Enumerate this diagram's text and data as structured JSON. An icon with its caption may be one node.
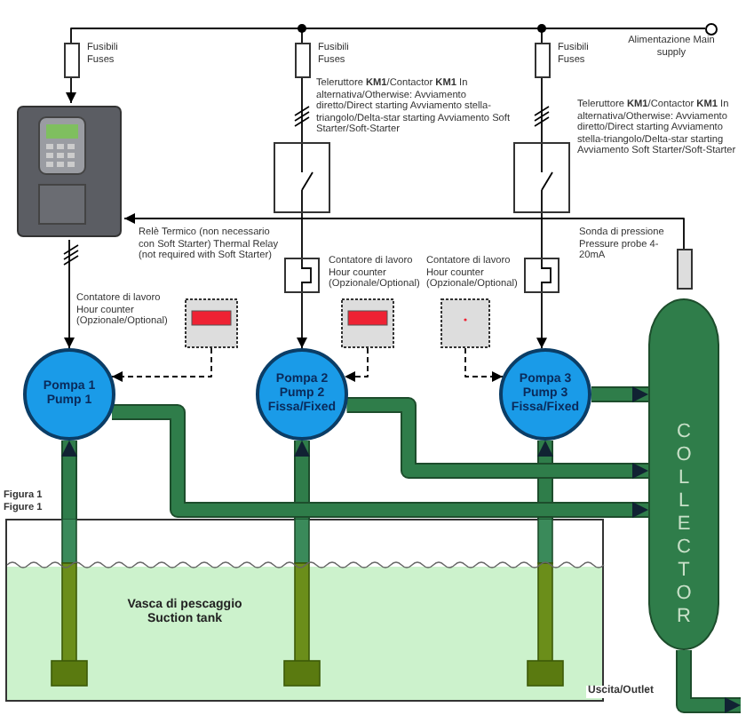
{
  "diagram": {
    "nodes": [
      {
        "text": [],
        "shape": "circle",
        "beside": [
          "Alimentazione Main supply"
        ]
      },
      {
        "text": [],
        "shape": "box",
        "beside": [
          "Fusibili Fuses"
        ]
      },
      {
        "text": [],
        "shape": "box",
        "beside": [
          "Fusibili Fuses"
        ]
      },
      {
        "text": [],
        "shape": "box",
        "beside": [
          "Fusibili Fuses"
        ]
      },
      {
        "text": [],
        "shape": "picture"
      },
      {
        "text": [],
        "shape": "box",
        "beside": [
          "Teleruttore **KM1**/Contactor **KM1** In alternativa/Otherwise: Avviamento diretto/Direct starting Avviamento stella-triangolo/Delta-star starting Avviamento Soft Starter/Soft-Starter"
        ]
      },
      {
        "text": [],
        "shape": "box",
        "beside": [
          "Teleruttore **KM1**/Contactor **KM1** In alternativa/Otherwise: Avviamento diretto/Direct starting Avviamento stella-triangolo/Delta-star starting Avviamento Soft Starter/Soft-Starter"
        ]
      },
      {
        "text": [],
        "shape": "bar",
        "beside": [
          "Sonda di pressione Pressure probe 4-20mA"
        ]
      },
      {
        "text": [],
        "shape": "box",
        "beside": [
          "Relè Termico (non necessario con Soft Starter) Thermal Relay (not required with Soft Starter)"
        ]
      },
      {
        "text": [],
        "shape": "box"
      },
      {
        "text": [],
        "shape": "picture",
        "beside": [
          "Contatore di lavoro Hour counter (Opzionale/Optional)"
        ]
      },
      {
        "text": [],
        "shape": "picture",
        "beside": [
          "Contatore di lavoro Hour counter (Opzionale/Optional)"
        ]
      },
      {
        "text": [],
        "shape": "picture",
        "beside": [
          "Contatore di lavoro Hour counter (Opzionale/Optional)"
        ]
      },
      {
        "text": [
          "Pompa 1 Pump 1"
        ]
      },
      {
        "text": [
          "Pompa 2 Pump 2 Fissa/Fixed"
        ]
      },
      {
        "text": [
          "Pompa 3 Pump 3 Fissa/Fixed"
        ]
      },
      {
        "text": [
          "COLLECTOR"
        ]
      },
      {
        "text": [
          "Vasca di pescaggio Suction tank"
        ]
      }
    ],
    "edges": [
      {
        "from": 0,
        "to": 1,
        "arrow": "none"
      },
      {
        "from": 0,
        "to": 2,
        "arrow": "none"
      },
      {
        "from": 0,
        "to": 3,
        "arrow": "none"
      },
      {
        "from": 1,
        "to": 4,
        "arrow": "to"
      },
      {
        "from": 2,
        "to": 5,
        "arrow": "none"
      },
      {
        "from": 3,
        "to": 6,
        "arrow": "none"
      },
      {
        "from": 5,
        "to": 8,
        "arrow": "none"
      },
      {
        "from": 6,
        "to": 9,
        "arrow": "none"
      },
      {
        "from": 8,
        "to": 14,
        "arrow": "to"
      },
      {
        "from": 9,
        "to": 15,
        "arrow": "to"
      },
      {
        "from": 4,
        "to": 13,
        "arrow": "to"
      },
      {
        "from": 7,
        "to": 4,
        "arrow": "to"
      },
      {
        "from": 10,
        "to": 13,
        "arrow": "to",
        "style": "dashed"
      },
      {
        "from": 11,
        "to": 14,
        "arrow": "to",
        "style": "dashed"
      },
      {
        "from": 12,
        "to": 15,
        "arrow": "to",
        "style": "dashed"
      },
      {
        "from": 17,
        "to": 13,
        "arrow": "to",
        "style": "thick",
        "color": "#2f7d4a"
      },
      {
        "from": 17,
        "to": 14,
        "arrow": "to",
        "style": "thick",
        "color": "#2f7d4a"
      },
      {
        "from": 17,
        "to": 15,
        "arrow": "to",
        "style": "thick",
        "color": "#2f7d4a"
      },
      {
        "from": 13,
        "to": 16,
        "arrow": "to",
        "style": "thick",
        "color": "#2f7d4a"
      },
      {
        "from": 14,
        "to": 16,
        "arrow": "to",
        "style": "thick",
        "color": "#2f7d4a"
      },
      {
        "from": 15,
        "to": 16,
        "arrow": "to",
        "style": "thick",
        "color": "#2f7d4a"
      },
      {
        "from": 16,
        "to": null,
        "arrow": "to",
        "label": "Uscita/Outlet",
        "style": "thick",
        "color": "#2f7d4a"
      }
    ],
    "labels": [
      "Figura 1 Figure 1"
    ]
  }
}
